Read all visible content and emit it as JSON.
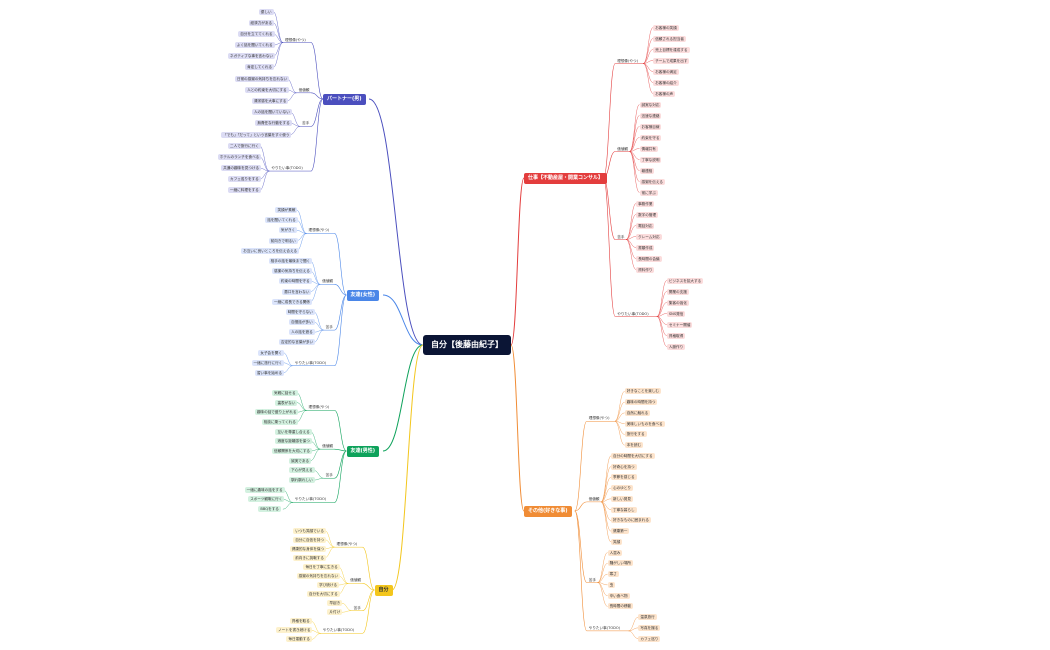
{
  "root": {
    "label": "自分【後藤由紀子】"
  },
  "branches": [
    {
      "id": "partner",
      "label": "パートナー(男)",
      "color": "#4b4fbe",
      "light": "#dcdcf4",
      "side": "left",
      "groups": [
        {
          "label": "理想像(やつ)",
          "items": [
            "優しい",
            "経済力がある",
            "自分を立ててくれる",
            "よく話を聞いてくれる",
            "ネガティブな事を言わない",
            "肯定してくれる"
          ]
        },
        {
          "label": "価値観",
          "items": [
            "日常の感謝の気持ちを忘れない",
            "人との約束を大切にする",
            "清潔感を大事にする"
          ]
        },
        {
          "label": "苦手",
          "items": [
            "人の話を聞いていない",
            "無責任な行動をする",
            "「でも」「だって」という言葉をすぐ使う"
          ]
        },
        {
          "label": "やりたい事(TODO)",
          "items": [
            "二人で旅行に行く",
            "ホテルのランチを食べる",
            "共通の趣味を見つける",
            "カフェ巡りをする",
            "一緒に料理をする"
          ]
        }
      ]
    },
    {
      "id": "friends_f",
      "label": "友達(女性)",
      "color": "#4a86e8",
      "light": "#dbe4fb",
      "side": "left",
      "groups": [
        {
          "label": "理想像(やつ)",
          "items": [
            "笑顔が素敵",
            "話を聞いてくれる",
            "気がきく",
            "前向きで明るい",
            "お互いに良いところを伝え合える"
          ]
        },
        {
          "label": "価値観",
          "items": [
            "相手の話を最後まで聞く",
            "感謝の気持ちを伝える",
            "約束の時間を守る",
            "悪口を言わない",
            "一緒に成長できる関係"
          ]
        },
        {
          "label": "苦手",
          "items": [
            "時間を守らない",
            "自慢話が多い",
            "人の話を遮る",
            "否定的な言葉が多い"
          ]
        },
        {
          "label": "やりたい事(TODO)",
          "items": [
            "女子会を開く",
            "一緒に旅行に行く",
            "習い事を始める"
          ]
        }
      ]
    },
    {
      "id": "friends_m",
      "label": "友達(男性)",
      "color": "#0ea25b",
      "light": "#d3f1e0",
      "side": "left",
      "groups": [
        {
          "label": "理想像(やつ)",
          "items": [
            "気軽に話せる",
            "裏表がない",
            "趣味の話で盛り上がれる",
            "相談に乗ってくれる"
          ]
        },
        {
          "label": "価値観",
          "items": [
            "互いを尊重し合える",
            "適度な距離感を保つ",
            "信頼関係を大切にする",
            "誠実である"
          ]
        },
        {
          "label": "苦手",
          "items": [
            "下心が見える",
            "馴れ馴れしい"
          ]
        },
        {
          "label": "やりたい事(TODO)",
          "items": [
            "一緒に趣味の話をする",
            "スポーツ観戦に行く",
            "BBQをする"
          ]
        }
      ]
    },
    {
      "id": "self",
      "label": "自分",
      "color": "#f3c61c",
      "light": "#fdf1cc",
      "side": "left",
      "groups": [
        {
          "label": "理想像(やつ)",
          "items": [
            "いつも笑顔でいる",
            "自分に自信を持つ",
            "健康的な身体を保つ",
            "前向きに挑戦する"
          ]
        },
        {
          "label": "価値観",
          "items": [
            "毎日を丁寧に生きる",
            "感謝の気持ちを忘れない",
            "学び続ける",
            "自分を大切にする"
          ]
        },
        {
          "label": "苦手",
          "items": [
            "早起き",
            "片付け"
          ]
        },
        {
          "label": "やりたい事(TODO)",
          "items": [
            "資格を取る",
            "ノートを書き続ける",
            "毎日運動する"
          ]
        }
      ]
    },
    {
      "id": "work",
      "label": "仕事【不動産屋・開業コンサル】",
      "color": "#e33d3d",
      "light": "#fbdcdc",
      "side": "right",
      "groups": [
        {
          "label": "理想像(やつ)",
          "items": [
            "お客様の笑顔",
            "信頼される担当者",
            "売上目標を達成する",
            "チームで成果を出す",
            "お客様の満足",
            "お客様の紹介",
            "お客様の声"
          ]
        },
        {
          "label": "価値観",
          "items": [
            "誠実な対応",
            "迅速な連絡",
            "お客様目線",
            "約束を守る",
            "情報共有",
            "丁寧な説明",
            "報連相",
            "感謝を伝える",
            "常に学ぶ"
          ]
        },
        {
          "label": "苦手",
          "items": [
            "事務作業",
            "数字の管理",
            "電話対応",
            "クレーム対応",
            "書類作成",
            "長時間の会議",
            "資料作り"
          ]
        },
        {
          "label": "やりたい事(TODO)",
          "items": [
            "ビジネスを拡大する",
            "開業の支援",
            "集客の強化",
            "SNS発信",
            "セミナー開催",
            "資格取得",
            "人脈作り"
          ]
        }
      ]
    },
    {
      "id": "other",
      "label": "その他(好きな事)",
      "color": "#f08c35",
      "light": "#fde4cc",
      "side": "right",
      "groups": [
        {
          "label": "理想像(やつ)",
          "items": [
            "好きなことを楽しむ",
            "趣味の時間を持つ",
            "自然に触れる",
            "美味しいものを食べる",
            "旅行をする",
            "本を読む"
          ]
        },
        {
          "label": "価値観",
          "items": [
            "自分の時間を大切にする",
            "好奇心を持つ",
            "季節を感じる",
            "心のゆとり",
            "新しい発見",
            "丁寧な暮らし",
            "好きなものに囲まれる",
            "健康第一",
            "笑顔"
          ]
        },
        {
          "label": "苦手",
          "items": [
            "人混み",
            "騒がしい場所",
            "寒さ",
            "虫",
            "辛い食べ物",
            "長時間の移動"
          ]
        },
        {
          "label": "やりたい事(TODO)",
          "items": [
            "温泉旅行",
            "写真を撮る",
            "カフェ巡り"
          ]
        }
      ]
    }
  ]
}
